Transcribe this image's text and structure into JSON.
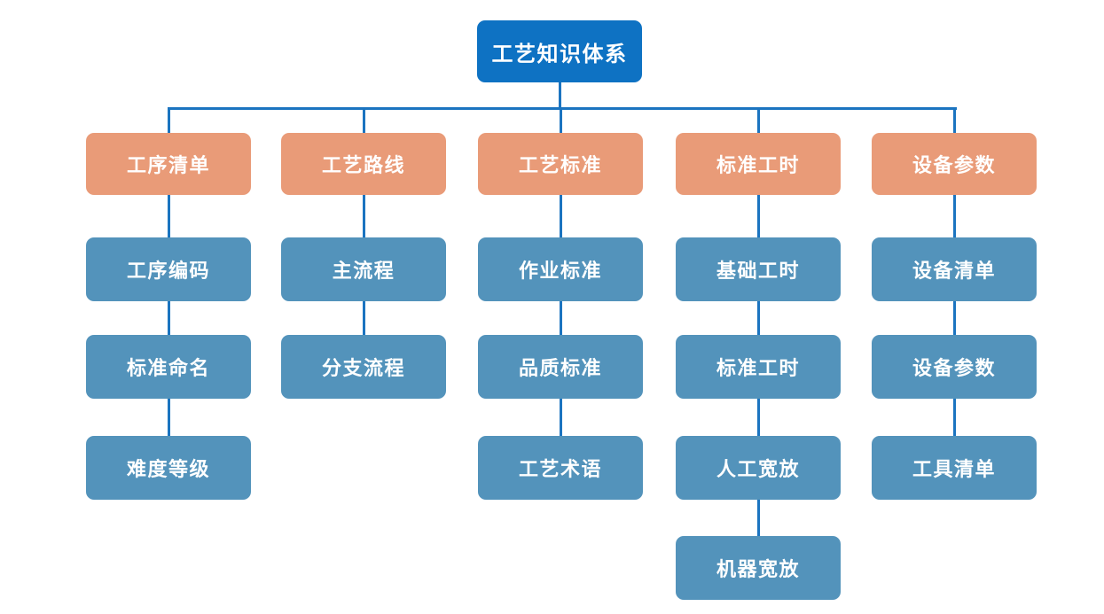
{
  "diagram": {
    "root": {
      "label": "工艺知识体系"
    },
    "branches": [
      {
        "label": "工序清单",
        "children": [
          {
            "label": "工序编码"
          },
          {
            "label": "标准命名"
          },
          {
            "label": "难度等级"
          }
        ]
      },
      {
        "label": "工艺路线",
        "children": [
          {
            "label": "主流程"
          },
          {
            "label": "分支流程"
          }
        ]
      },
      {
        "label": "工艺标准",
        "children": [
          {
            "label": "作业标准"
          },
          {
            "label": "品质标准"
          },
          {
            "label": "工艺术语"
          }
        ]
      },
      {
        "label": "标准工时",
        "children": [
          {
            "label": "基础工时"
          },
          {
            "label": "标准工时"
          },
          {
            "label": "人工宽放"
          },
          {
            "label": "机器宽放"
          }
        ]
      },
      {
        "label": "设备参数",
        "children": [
          {
            "label": "设备清单"
          },
          {
            "label": "设备参数"
          },
          {
            "label": "工具清单"
          }
        ]
      }
    ],
    "colors": {
      "root_fill": "#0e72c3",
      "branch_fill": "#e99b78",
      "child_fill": "#5393bb",
      "line": "#1b74c0",
      "text": "#ffffff",
      "background": "#ffffff"
    }
  }
}
